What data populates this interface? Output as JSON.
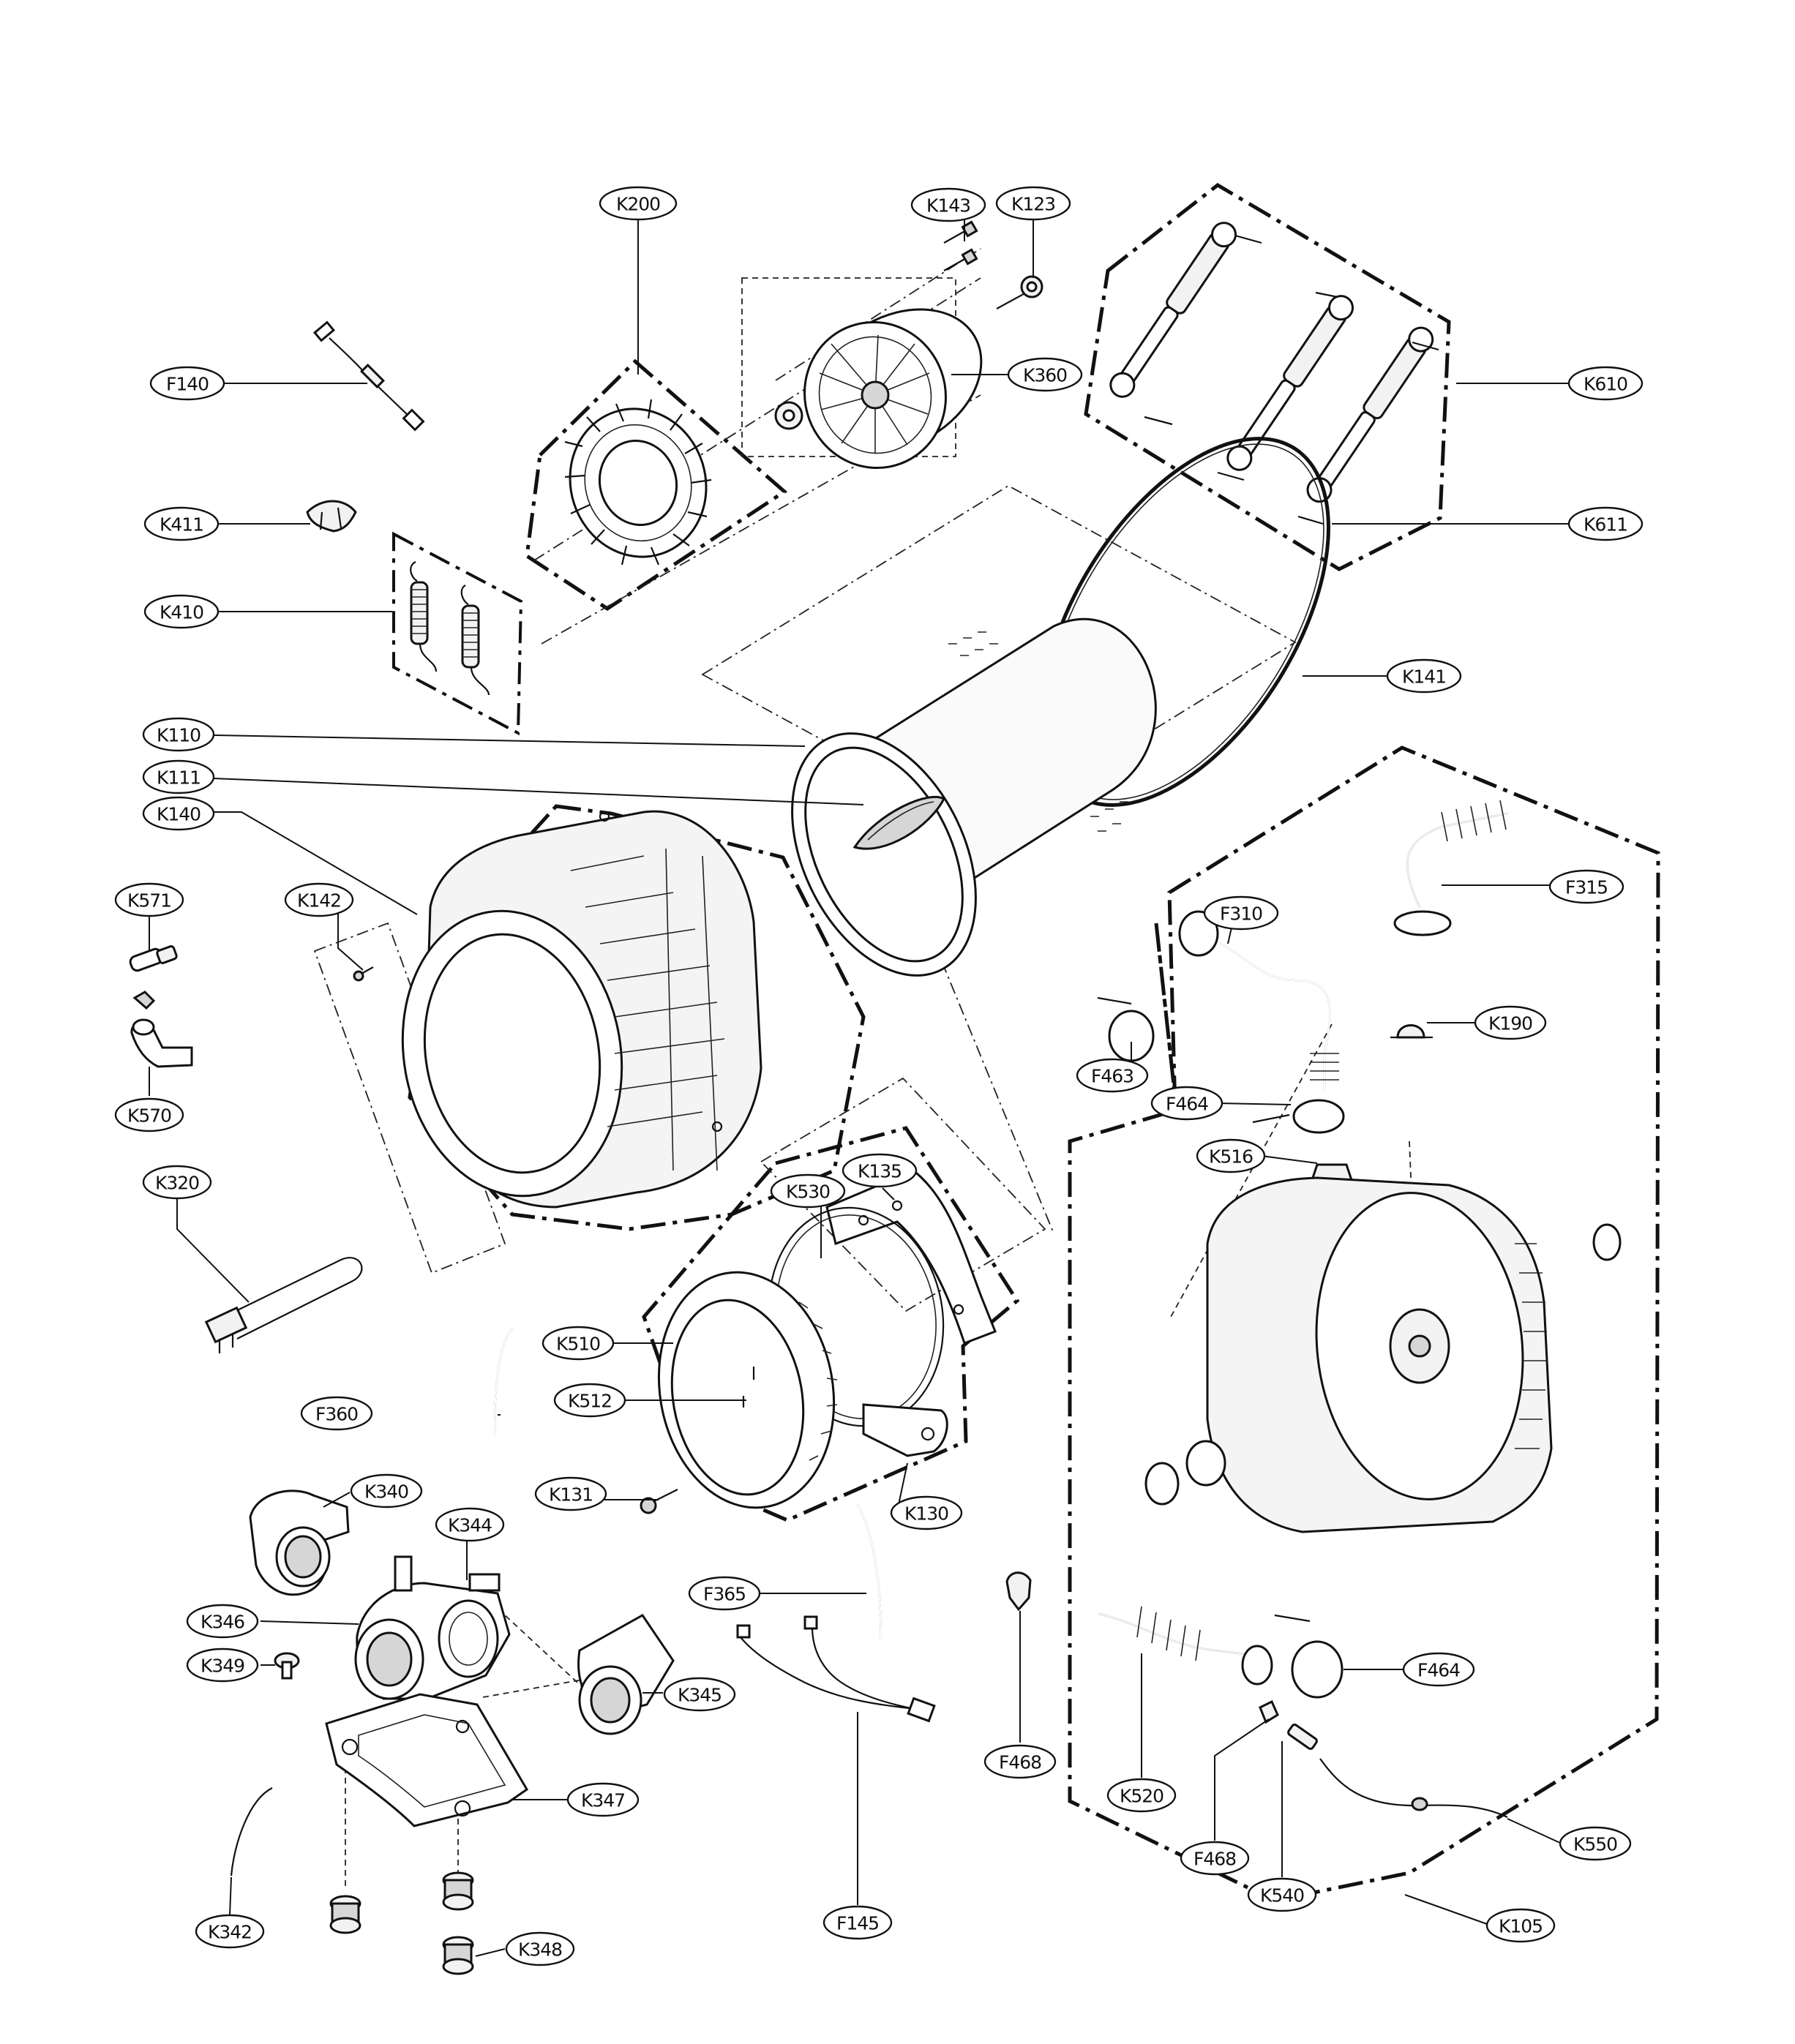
{
  "labels": {
    "K200": "K200",
    "K143": "K143",
    "K123": "K123",
    "K360": "K360",
    "K610": "K610",
    "K611": "K611",
    "F140": "F140",
    "K411": "K411",
    "K410": "K410",
    "K141": "K141",
    "K110": "K110",
    "K111": "K111",
    "K140": "K140",
    "K571": "K571",
    "K142": "K142",
    "K570": "K570",
    "F315": "F315",
    "F310": "F310",
    "K190": "K190",
    "F463": "F463",
    "F464_upper": "F464",
    "K516": "K516",
    "K135": "K135",
    "K530": "K530",
    "K320": "K320",
    "K510": "K510",
    "K512": "K512",
    "F360": "F360",
    "K131": "K131",
    "K130": "K130",
    "K340": "K340",
    "K344": "K344",
    "K346": "K346",
    "K349": "K349",
    "K345": "K345",
    "F365": "F365",
    "F468_left": "F468",
    "F464_lower": "F464",
    "K520": "K520",
    "F468_right": "F468",
    "K550": "K550",
    "K540": "K540",
    "K347": "K347",
    "K342": "K342",
    "F145": "F145",
    "K348": "K348",
    "K105": "K105"
  }
}
